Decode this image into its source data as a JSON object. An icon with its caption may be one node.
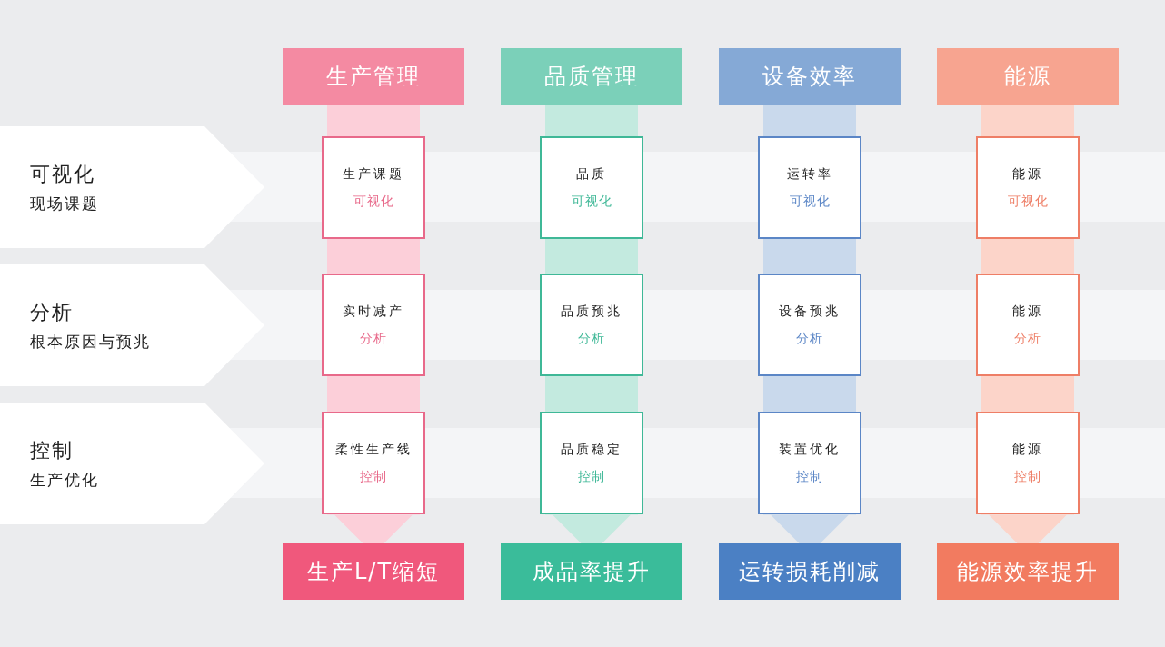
{
  "diagram": {
    "nodes": [
      {
        "text": [
          "生产管理"
        ]
      },
      {
        "text": [
          "品质管理"
        ]
      },
      {
        "text": [
          "设备效率"
        ]
      },
      {
        "text": [
          "能源"
        ]
      },
      {
        "text": [
          "可视化",
          "现场课题"
        ]
      },
      {
        "text": [
          "生产课题",
          "可视化"
        ]
      },
      {
        "text": [
          "品质",
          "可视化"
        ]
      },
      {
        "text": [
          "运转率",
          "可视化"
        ]
      },
      {
        "text": [
          "能源",
          "可视化"
        ]
      },
      {
        "text": [
          "分析",
          "根本原因与预兆"
        ]
      },
      {
        "text": [
          "实时减产",
          "分析"
        ]
      },
      {
        "text": [
          "品质预兆",
          "分析"
        ]
      },
      {
        "text": [
          "设备预兆",
          "分析"
        ]
      },
      {
        "text": [
          "能源",
          "分析"
        ]
      },
      {
        "text": [
          "控制",
          "生产优化"
        ]
      },
      {
        "text": [
          "柔性生产线",
          "控制"
        ]
      },
      {
        "text": [
          "品质稳定",
          "控制"
        ]
      },
      {
        "text": [
          "装置优化",
          "控制"
        ]
      },
      {
        "text": [
          "能源",
          "控制"
        ]
      },
      {
        "text": [
          "生产L/T缩短"
        ]
      },
      {
        "text": [
          "成品率提升"
        ]
      },
      {
        "text": [
          "运转损耗削减"
        ]
      },
      {
        "text": [
          "能源效率提升"
        ]
      }
    ],
    "edges": [
      {
        "from": 0,
        "to": 5,
        "arrow": "none",
        "color": "#fccfd9"
      },
      {
        "from": 5,
        "to": 10,
        "arrow": "none",
        "color": "#fccfd9"
      },
      {
        "from": 10,
        "to": 15,
        "arrow": "none",
        "color": "#fccfd9"
      },
      {
        "from": 15,
        "to": 19,
        "arrow": "to",
        "color": "#fccfd9"
      },
      {
        "from": 1,
        "to": 6,
        "arrow": "none",
        "color": "#c3eadf"
      },
      {
        "from": 6,
        "to": 11,
        "arrow": "none",
        "color": "#c3eadf"
      },
      {
        "from": 11,
        "to": 16,
        "arrow": "none",
        "color": "#c3eadf"
      },
      {
        "from": 16,
        "to": 20,
        "arrow": "to",
        "color": "#c3eadf"
      },
      {
        "from": 2,
        "to": 7,
        "arrow": "none",
        "color": "#c9d9ec"
      },
      {
        "from": 7,
        "to": 12,
        "arrow": "none",
        "color": "#c9d9ec"
      },
      {
        "from": 12,
        "to": 17,
        "arrow": "none",
        "color": "#c9d9ec"
      },
      {
        "from": 17,
        "to": 21,
        "arrow": "to",
        "color": "#c9d9ec"
      },
      {
        "from": 3,
        "to": 8,
        "arrow": "none",
        "color": "#fcd4c9"
      },
      {
        "from": 8,
        "to": 13,
        "arrow": "none",
        "color": "#fcd4c9"
      },
      {
        "from": 13,
        "to": 18,
        "arrow": "none",
        "color": "#fcd4c9"
      },
      {
        "from": 18,
        "to": 22,
        "arrow": "to",
        "color": "#fcd4c9"
      }
    ]
  }
}
